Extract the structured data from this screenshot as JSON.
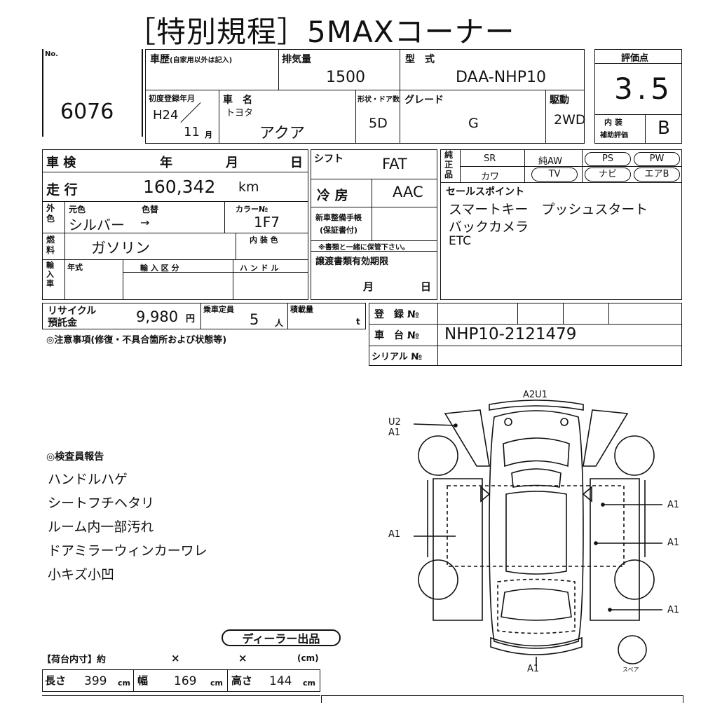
{
  "title": "［特別規程］5MAXコーナー",
  "lot": {
    "label": "No.",
    "number": "6076"
  },
  "vehicle": {
    "history_label": "車歴",
    "history_note": "(自家用以外は記入)",
    "displacement_label": "排気量",
    "displacement": "1500",
    "model_label": "型　式",
    "model": "DAA-NHP10",
    "first_reg_label": "初度登録年月",
    "first_reg_year": "H24",
    "first_reg_month": "11",
    "month_unit": "月",
    "name_label": "車　名",
    "maker": "トヨタ",
    "name": "アクア",
    "doors_label": "形状・ドア数",
    "doors": "5D",
    "grade_label": "グレード",
    "grade": "G",
    "drive_label": "駆動",
    "drive": "2WD"
  },
  "score": {
    "label": "評価点",
    "value": "3.5",
    "interior_label_1": "内 装",
    "interior_label_2": "補助評価",
    "interior": "B"
  },
  "inspection": {
    "label": "車 検",
    "year": "年",
    "month": "月",
    "day": "日"
  },
  "mileage": {
    "label": "走 行",
    "value": "160,342",
    "unit": "km"
  },
  "color": {
    "label": "外色",
    "orig_label": "元色",
    "change_label": "色替",
    "code_label": "カラー№",
    "orig": "シルバー",
    "change": "→",
    "code": "1F7"
  },
  "fuel": {
    "label": "燃料",
    "value": "ガソリン",
    "interior_color_label": "内 装 色"
  },
  "import": {
    "label": "輸入車",
    "year_label": "年式",
    "type_label": "輸 入 区 分",
    "handle_label": "ハ ン ド ル"
  },
  "shift": {
    "label": "シフト",
    "value": "FAT"
  },
  "ac": {
    "label": "冷 房",
    "value": "AAC"
  },
  "maintenance": {
    "label_1": "新車整備手帳",
    "label_2": "(保証書付)",
    "note": "※書類と一緒に保管下さい。"
  },
  "transfer": {
    "label": "譲渡書類有効期限",
    "month": "月",
    "day": "日"
  },
  "equipment": {
    "genuine_label": "純正品",
    "sr": "SR",
    "aw": "純AW",
    "ps": "PS",
    "pw": "PW",
    "leather": "カワ",
    "tv": "TV",
    "navi": "ナビ",
    "airbag": "エアB"
  },
  "sales_points": {
    "label": "セールスポイント",
    "lines": [
      "スマートキー　プッシュスタート",
      "バックカメラ",
      "ETC"
    ]
  },
  "recycle": {
    "label_1": "リサイクル",
    "label_2": "預託金",
    "value": "9,980",
    "unit": "円"
  },
  "capacity": {
    "label": "乗車定員",
    "value": "5",
    "unit": "人"
  },
  "load": {
    "label": "積載量",
    "unit": "t"
  },
  "registration": {
    "reg_label": "登　録 №",
    "chassis_label": "車　台 №",
    "chassis": "NHP10-2121479",
    "serial_label": "シリアル №"
  },
  "notes_label": "◎注意事項(修復・不具合箇所および状態等)",
  "inspector": {
    "label": "◎検査員報告",
    "lines": [
      "ハンドルハゲ",
      "シートフチヘタリ",
      "ルーム内一部汚れ",
      "ドアミラーウィンカーワレ",
      "小キズ小凹"
    ]
  },
  "dealer": "ディーラー出品",
  "cargo": {
    "label": "【荷台内寸】約",
    "x": "×",
    "unit": "(cm)"
  },
  "dimensions": {
    "length_label": "長さ",
    "length": "399",
    "width_label": "幅",
    "width": "169",
    "height_label": "高さ",
    "height": "144",
    "unit": "cm"
  },
  "diagram_marks": {
    "top": "A2U1",
    "left_top_1": "U2",
    "left_top_2": "A1",
    "left_mid": "A1",
    "right_1": "A1",
    "right_2": "A1",
    "right_3": "A1",
    "bottom": "A1",
    "spare": "スペア"
  }
}
